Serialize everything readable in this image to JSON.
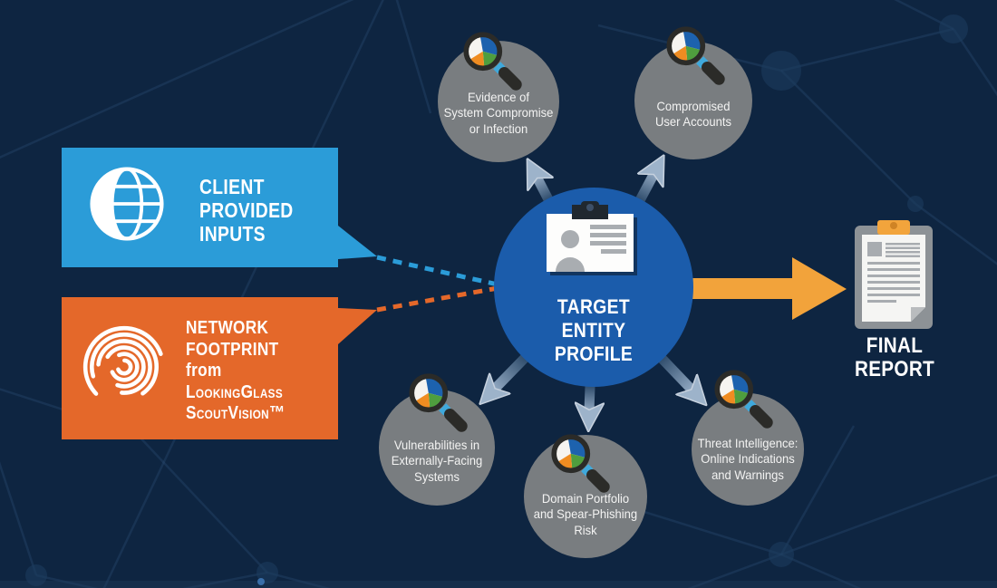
{
  "diagram_title": "Target Entity Profile threat-intelligence flow",
  "colors": {
    "background": "#0e2541",
    "client_box": "#2b9cd8",
    "network_box": "#e4682a",
    "center_circle": "#1b5cab",
    "satellite_circle": "#797d80",
    "flow_arrow": "#8fa6c0",
    "report_arrow": "#f2a33b",
    "text": "#ffffff"
  },
  "inputs": {
    "client": {
      "icon": "globe-icon",
      "lines": [
        "CLIENT",
        "PROVIDED",
        "INPUTS"
      ]
    },
    "network": {
      "icon": "fingerprint-icon",
      "lines": [
        "NETWORK",
        "FOOTPRINT",
        "from",
        "LookingGlass",
        "ScoutVision™"
      ]
    }
  },
  "center": {
    "icon": "id-badge-icon",
    "lines": [
      "TARGET",
      "ENTITY",
      "PROFILE"
    ]
  },
  "satellites": [
    {
      "icon": "magnifier-piechart-icon",
      "lines": [
        "Evidence of",
        "System Compromise",
        "or Infection"
      ]
    },
    {
      "icon": "magnifier-piechart-icon",
      "lines": [
        "Compromised",
        "User Accounts"
      ]
    },
    {
      "icon": "magnifier-piechart-icon",
      "lines": [
        "Vulnerabilities in",
        "Externally-Facing",
        "Systems"
      ]
    },
    {
      "icon": "magnifier-piechart-icon",
      "lines": [
        "Domain Portfolio",
        "and Spear-Phishing",
        "Risk"
      ]
    },
    {
      "icon": "magnifier-piechart-icon",
      "lines": [
        "Threat Intelligence:",
        "Online Indications",
        "and Warnings"
      ]
    }
  ],
  "report": {
    "icon": "report-clipboard-icon",
    "lines": [
      "FINAL",
      "REPORT"
    ]
  }
}
